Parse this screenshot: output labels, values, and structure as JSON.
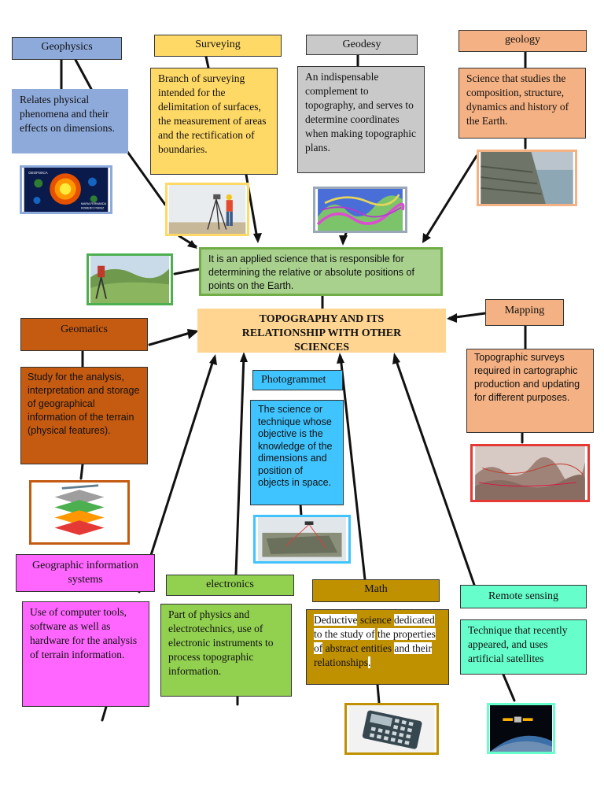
{
  "central": {
    "title": "TOPOGRAPHY AND ITS RELATIONSHIP WITH OTHER SCIENCES",
    "definition": "It is an applied science that is responsible for determining the relative or absolute positions of points on the Earth."
  },
  "nodes": {
    "geophysics": {
      "title": "Geophysics",
      "desc": "Relates physical phenomena and their effects on dimensions."
    },
    "surveying": {
      "title": "Surveying",
      "desc": "Branch of surveying intended for the delimitation of surfaces, the measurement of areas and the rectification of boundaries."
    },
    "geodesy": {
      "title": "Geodesy",
      "desc": "An indispensable complement to topography, and serves to determine coordinates when making topographic plans."
    },
    "geology": {
      "title": "geology",
      "desc": "Science that studies the composition, structure, dynamics and history of the Earth."
    },
    "geomatics": {
      "title": "Geomatics",
      "desc": "Study for the analysis, interpretation and storage of geographical information of the terrain (physical features)."
    },
    "mapping": {
      "title": "Mapping",
      "desc": "Topographic surveys required in cartographic production and updating for different purposes."
    },
    "photogrammetry": {
      "title": "Photogrammet",
      "desc": "The science or technique whose objective is the knowledge of the dimensions and position of objects in space."
    },
    "gis": {
      "title": "Geographic information systems",
      "desc": "Use of computer tools, software as well as hardware for the analysis of terrain information."
    },
    "electronics": {
      "title": "electronics",
      "desc": "Part of physics and electrotechnics, use of electronic instruments to process topographic information."
    },
    "math": {
      "title": "Math",
      "desc_parts": [
        "Deductive",
        "science",
        "dedicated to the study of",
        "the properties of",
        "abstract",
        "entities",
        "and their",
        "relationships",
        "."
      ]
    },
    "remote_sensing": {
      "title": "Remote sensing",
      "desc": "Technique that recently appeared, and uses artificial satellites"
    }
  },
  "images": {
    "geophysics_caption": [
      "GEOFISICA",
      "MARIA FERNANDA",
      "ROMERO PEREZ"
    ]
  },
  "colors": {
    "geophysics": "#8eaadb",
    "surveying": "#ffd966",
    "geodesy": "#c9c9c9",
    "geology": "#f4b183",
    "central": "#a9d18e",
    "title_box": "#ffd591",
    "geomatics": "#c55a11",
    "mapping": "#f4b183",
    "photogrammetry": "#40c4ff",
    "gis": "#ff66ff",
    "electronics": "#92d050",
    "math": "#bf9000",
    "remote_sensing": "#66ffcc"
  }
}
